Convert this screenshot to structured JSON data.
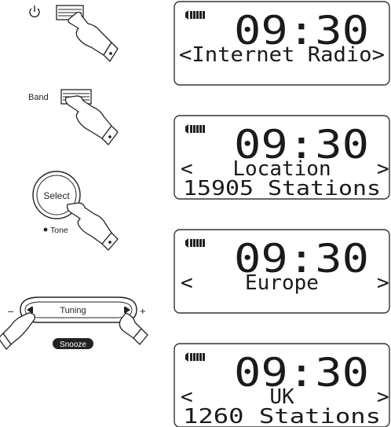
{
  "controls": {
    "band_label": "Band",
    "select_label": "Select",
    "tone_label": "Tone",
    "tuning_label": "Tuning",
    "minus_label": "–",
    "plus_label": "+",
    "snooze_label": "Snooze"
  },
  "displays": [
    {
      "time": "09:30",
      "line1": "<Internet Radio>",
      "line1_arrows": false,
      "line2": ""
    },
    {
      "time": "09:30",
      "line1": "Location",
      "line1_arrows": true,
      "line2": "15905 Stations"
    },
    {
      "time": "09:30",
      "line1": "Europe",
      "line1_arrows": true,
      "line2": ""
    },
    {
      "time": "09:30",
      "line1": "UK",
      "line1_arrows": true,
      "line2": "1260 Stations"
    }
  ],
  "arrows": {
    "left": "<",
    "right": ">"
  },
  "colors": {
    "ink": "#1a1a1a",
    "panel_border": "#333333",
    "snooze_bg": "#222222"
  }
}
